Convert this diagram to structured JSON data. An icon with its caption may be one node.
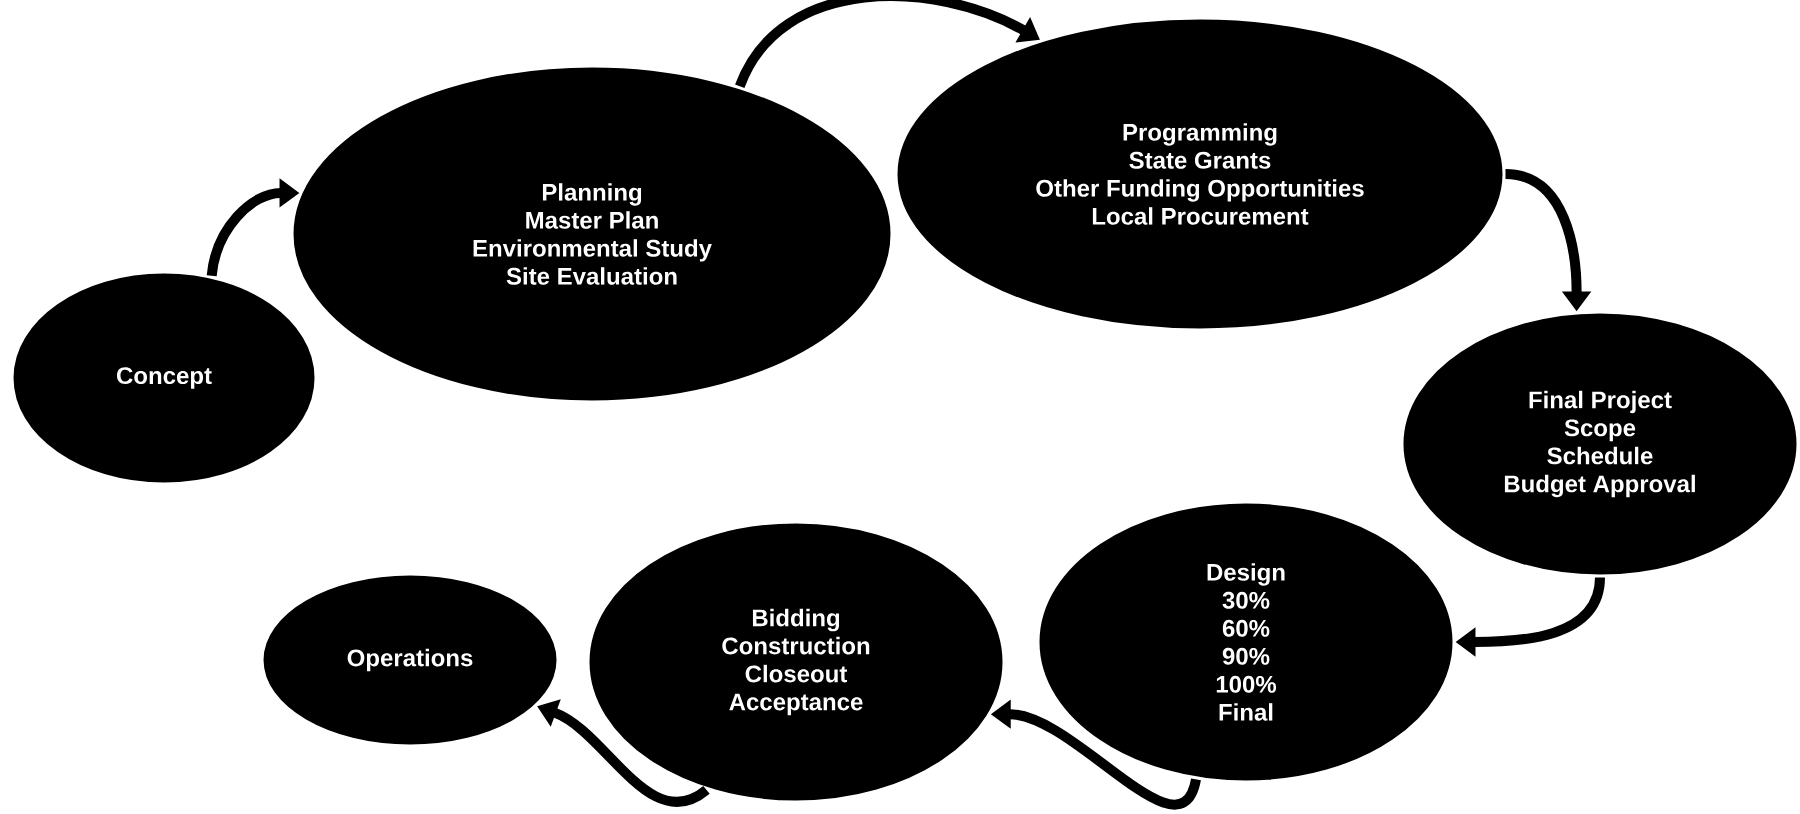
{
  "diagram": {
    "nodes": [
      {
        "text": [
          "Concept"
        ]
      },
      {
        "text": [
          "Planning",
          "Master Plan",
          "Environmental Study",
          "Site Evaluation"
        ]
      },
      {
        "text": [
          "Programming",
          "State Grants",
          "Other Funding Opportunities",
          "Local Procurement"
        ]
      },
      {
        "text": [
          "Final Project",
          "Scope",
          "Schedule",
          "Budget Approval"
        ]
      },
      {
        "text": [
          "Design",
          "30%",
          "60%",
          "90%",
          "100%",
          "Final"
        ]
      },
      {
        "text": [
          "Bidding",
          "Construction",
          "Closeout",
          "Acceptance"
        ]
      },
      {
        "text": [
          "Operations"
        ]
      }
    ],
    "edges": [
      {
        "from": 0,
        "to": 1,
        "arrow": "to"
      },
      {
        "from": 1,
        "to": 2,
        "arrow": "to"
      },
      {
        "from": 2,
        "to": 3,
        "arrow": "to"
      },
      {
        "from": 3,
        "to": 4,
        "arrow": "to"
      },
      {
        "from": 4,
        "to": 5,
        "arrow": "to"
      },
      {
        "from": 5,
        "to": 6,
        "arrow": "to"
      }
    ]
  }
}
